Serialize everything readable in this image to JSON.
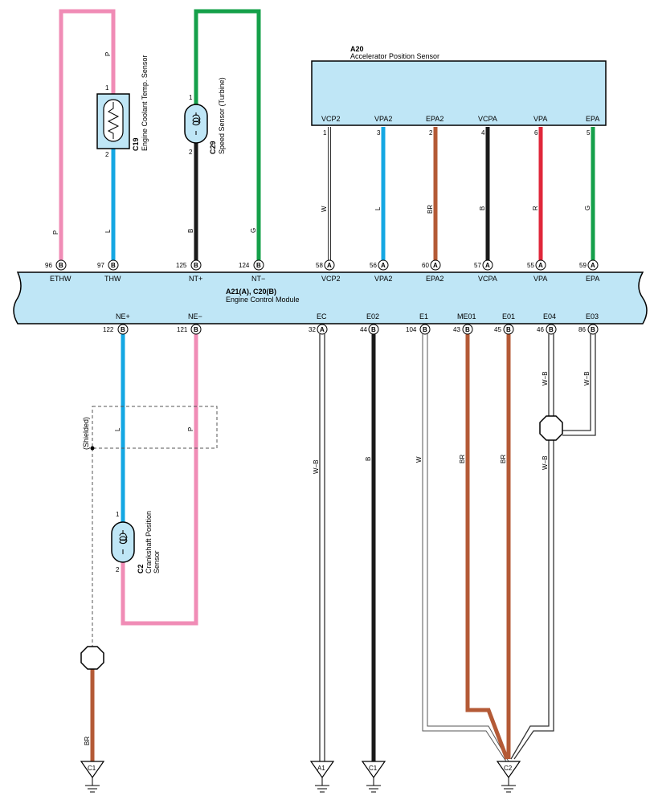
{
  "ecm": {
    "ref": "A21(A), C20(B)",
    "name": "Engine Control Module"
  },
  "aps": {
    "ref": "A20",
    "name": "Accelerator Position Sensor"
  },
  "ect": {
    "ref": "C19",
    "name": "Engine Coolant Temp.  Sensor",
    "pin_top": "1",
    "pin_bottom": "2"
  },
  "speed": {
    "ref": "C29",
    "name": "Speed Sensor (Turbine)",
    "pin_top": "1",
    "pin_bottom": "2"
  },
  "crank": {
    "ref": "C2",
    "name_line1": "Crankshaft Position",
    "name_line2": "Sensor",
    "pin_top": "1",
    "pin_bottom": "2"
  },
  "shield_label": "(Shielded)",
  "aps_pins": [
    {
      "name": "VCP2",
      "no": "1",
      "color": "W"
    },
    {
      "name": "VPA2",
      "no": "3",
      "color": "L"
    },
    {
      "name": "EPA2",
      "no": "2",
      "color": "BR"
    },
    {
      "name": "VCPA",
      "no": "4",
      "color": "B"
    },
    {
      "name": "VPA",
      "no": "6",
      "color": "R"
    },
    {
      "name": "EPA",
      "no": "5",
      "color": "G"
    }
  ],
  "ecm_top": [
    {
      "name": "ETHW",
      "no": "96",
      "conn": "B"
    },
    {
      "name": "THW",
      "no": "97",
      "conn": "B"
    },
    {
      "name": "NT+",
      "no": "125",
      "conn": "B"
    },
    {
      "name": "NT−",
      "no": "124",
      "conn": "B"
    },
    {
      "name": "VCP2",
      "no": "58",
      "conn": "A"
    },
    {
      "name": "VPA2",
      "no": "56",
      "conn": "A"
    },
    {
      "name": "EPA2",
      "no": "60",
      "conn": "A"
    },
    {
      "name": "VCPA",
      "no": "57",
      "conn": "A"
    },
    {
      "name": "VPA",
      "no": "55",
      "conn": "A"
    },
    {
      "name": "EPA",
      "no": "59",
      "conn": "A"
    }
  ],
  "ecm_bottom": [
    {
      "name": "NE+",
      "no": "122",
      "conn": "B"
    },
    {
      "name": "NE−",
      "no": "121",
      "conn": "B"
    },
    {
      "name": "EC",
      "no": "32",
      "conn": "A"
    },
    {
      "name": "E02",
      "no": "44",
      "conn": "B"
    },
    {
      "name": "E1",
      "no": "104",
      "conn": "B"
    },
    {
      "name": "ME01",
      "no": "43",
      "conn": "B"
    },
    {
      "name": "E01",
      "no": "45",
      "conn": "B"
    },
    {
      "name": "E04",
      "no": "46",
      "conn": "B"
    },
    {
      "name": "E03",
      "no": "86",
      "conn": "B"
    }
  ],
  "wire_colors": {
    "eth_p": "P",
    "thw_l": "L",
    "nt_plus_b": "B",
    "nt_minus_g": "G",
    "ne_plus_l": "L",
    "ne_minus_p": "P",
    "ec": "W−B",
    "e02": "B",
    "e1": "W",
    "me01": "BR",
    "e01": "BR",
    "e04": "W−B",
    "e03": "W−B",
    "joint_out": "W−B",
    "shield_gnd": "BR"
  },
  "grounds": [
    {
      "id": "C1",
      "for": "shield"
    },
    {
      "id": "A1",
      "for": "EC"
    },
    {
      "id": "C1",
      "for": "E02"
    },
    {
      "id": "C2",
      "for": "E1/ME01/E01/E03/E04"
    }
  ],
  "colors": {
    "pink": "#f08cb6",
    "blue": "#14a7e3",
    "green": "#15a04a",
    "black": "#1a1a1a",
    "brown": "#b45a36",
    "red": "#e0263a",
    "box": "#bfe6f6"
  }
}
